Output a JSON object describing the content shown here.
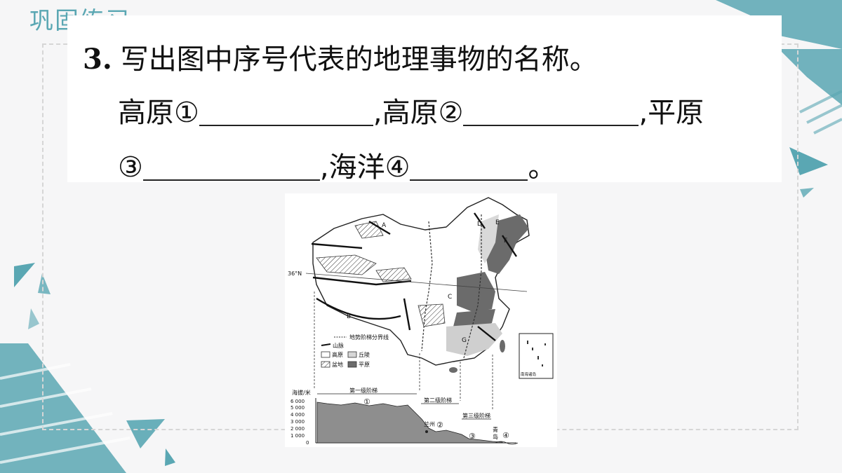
{
  "section_title": "巩固练习",
  "question": {
    "number": "3.",
    "prompt": "写出图中序号代表的地理事物的名称。",
    "line2": {
      "label1": "高原①",
      "sep1": ",高原②",
      "sep2": ",平原"
    },
    "line3": {
      "label3": "③",
      "sep3": ",海洋④",
      "end": "。"
    }
  },
  "figure": {
    "map_letters": [
      "A",
      "B",
      "C",
      "D",
      "E",
      "F",
      "G"
    ],
    "lat_label": "36°N",
    "legend": {
      "boundary": "地势阶梯分界线",
      "mountain": "山脉",
      "plateau": "高原",
      "hills": "丘陵",
      "basin": "盆地",
      "plain": "平原"
    },
    "inset_label": "南海诸岛",
    "profile": {
      "ylabel": "海拔/米",
      "yticks": [
        "6 000",
        "5 000",
        "4 000",
        "3 000",
        "2 000",
        "1 000",
        "0"
      ],
      "step1": "第一级阶梯",
      "step2": "第二级阶梯",
      "step3": "第三级阶梯",
      "city1": "兰州",
      "city2a": "青",
      "city2b": "岛",
      "n1": "①",
      "n2": "②",
      "n3": "③",
      "n4": "④"
    }
  }
}
